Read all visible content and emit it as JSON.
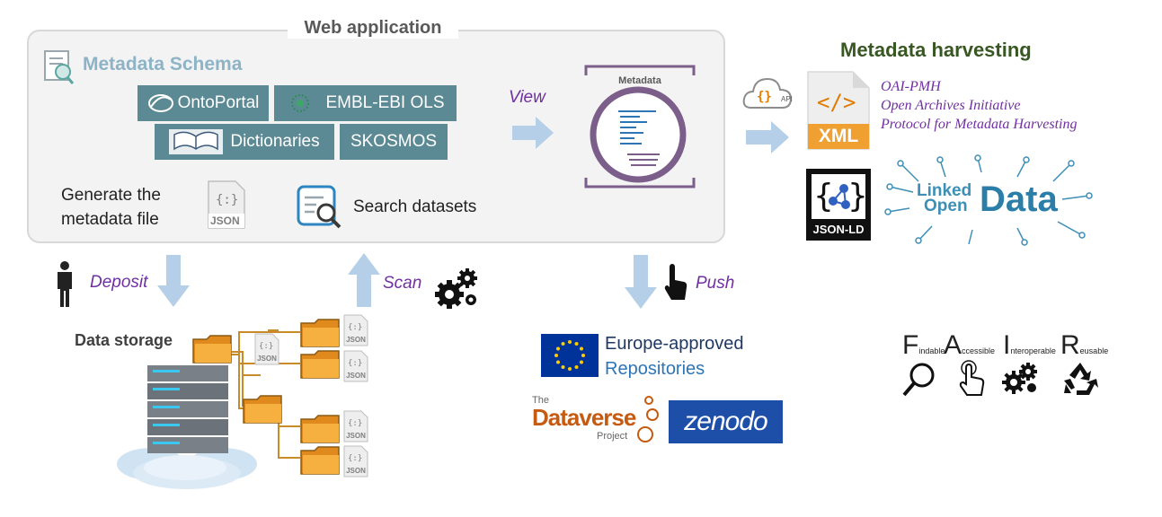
{
  "web_app": {
    "title": "Web application",
    "schema_title": "Metadata Schema",
    "vocabularies": [
      "OntoPortal",
      "EMBL-EBI OLS",
      "Dictionaries",
      "SKOSMOS"
    ],
    "generate_line1": "Generate the",
    "generate_line2": "metadata file",
    "search_label": "Search datasets",
    "json_label": "JSON",
    "metadata_doc_label": "Metadata"
  },
  "actions": {
    "view": "View",
    "deposit": "Deposit",
    "scan": "Scan",
    "push": "Push"
  },
  "storage": {
    "title": "Data storage",
    "json_label": "JSON"
  },
  "harvesting": {
    "title": "Metadata harvesting",
    "api_label": "API",
    "xml_label": "XML",
    "oai_line1": "OAI-PMH",
    "oai_line2": "Open Archives Initiative",
    "oai_line3": "Protocol for Metadata Harvesting",
    "jsonld_label": "JSON-LD",
    "lod_line1": "Linked",
    "lod_line2": "Open",
    "lod_line3": "Data"
  },
  "repositories": {
    "eu_line1": "Europe-approved",
    "eu_line2": "Repositories",
    "dataverse_the": "The",
    "dataverse_name": "Dataverse",
    "dataverse_project": "Project",
    "zenodo": "zenodo"
  },
  "fair": {
    "letters": [
      "F",
      "A",
      "I",
      "R"
    ],
    "words": [
      "indable",
      "ccessible",
      "nteroperable",
      "eusable"
    ]
  },
  "colors": {
    "arrow": "#b4cfe7",
    "purple": "#7030a0",
    "vocab_bg": "#5c8a94",
    "folder": "#f0a030",
    "harvest_title": "#385723",
    "eu_blue": "#003399",
    "eu_star": "#ffcc00",
    "zenodo_bg": "#1e4fa8"
  }
}
